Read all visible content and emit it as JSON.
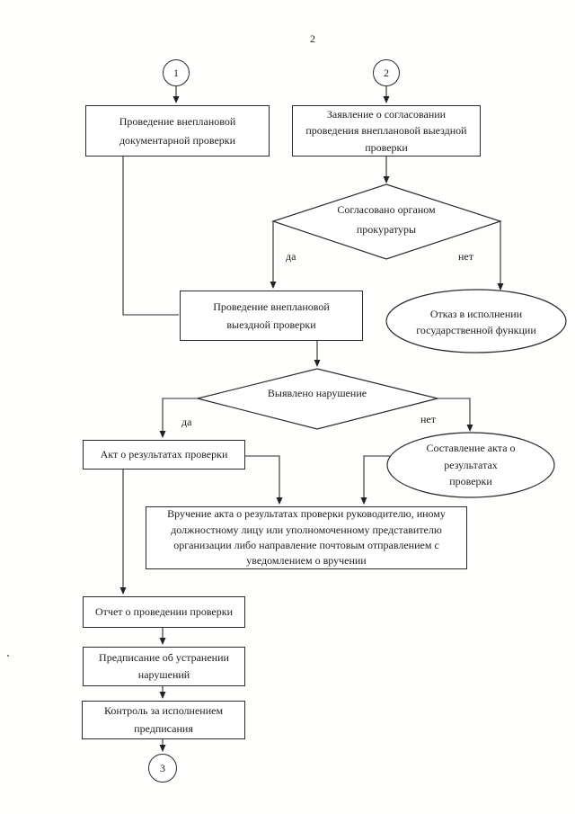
{
  "page": {
    "number": "2"
  },
  "branch_labels": {
    "yes": "да",
    "no": "нет"
  },
  "colors": {
    "ink": "#1c1c1c",
    "paper": "#ffffff"
  },
  "nodes": {
    "connector1": {
      "type": "connector",
      "label": "1"
    },
    "connector2": {
      "type": "connector",
      "label": "2"
    },
    "connector3": {
      "type": "connector",
      "label": "3"
    },
    "doc_check": {
      "type": "process",
      "label": "Проведение внеплановой документарной проверки"
    },
    "approval_request": {
      "type": "process",
      "label": "Заявление о согласовании проведения внеплановой выездной проверки"
    },
    "prosecutor_decision": {
      "type": "decision",
      "label": "Согласовано органом прокуратуры"
    },
    "field_check": {
      "type": "process",
      "label": "Проведение внеплановой выездной проверки"
    },
    "refusal": {
      "type": "terminator",
      "label": "Отказ в исполнении государственной функции"
    },
    "violation_decision": {
      "type": "decision",
      "label": "Выявлено нарушение"
    },
    "act_results": {
      "type": "process",
      "label": "Акт о результатах проверки"
    },
    "act_drafting": {
      "type": "terminator",
      "label": "Составление акта о результатах проверки"
    },
    "act_delivery": {
      "type": "process",
      "label": "Вручение акта о результатах проверки руководителю, иному должностному лицу или уполномоченному представителю организации либо направление почтовым отправлением с уведомлением о вручении"
    },
    "report": {
      "type": "process",
      "label": "Отчет о проведении проверки"
    },
    "order": {
      "type": "process",
      "label": "Предписание об устранении нарушений"
    },
    "control": {
      "type": "process",
      "label": "Контроль за исполнением предписания"
    }
  },
  "edges": [
    {
      "from": "connector1",
      "to": "doc_check",
      "label": ""
    },
    {
      "from": "connector2",
      "to": "approval_request",
      "label": ""
    },
    {
      "from": "doc_check",
      "to": "field_check",
      "label": ""
    },
    {
      "from": "approval_request",
      "to": "prosecutor_decision",
      "label": ""
    },
    {
      "from": "prosecutor_decision",
      "to": "field_check",
      "label": "да"
    },
    {
      "from": "prosecutor_decision",
      "to": "refusal",
      "label": "нет"
    },
    {
      "from": "field_check",
      "to": "violation_decision",
      "label": ""
    },
    {
      "from": "violation_decision",
      "to": "act_results",
      "label": "да"
    },
    {
      "from": "violation_decision",
      "to": "act_drafting",
      "label": "нет"
    },
    {
      "from": "act_results",
      "to": "act_delivery",
      "label": ""
    },
    {
      "from": "act_drafting",
      "to": "act_delivery",
      "label": ""
    },
    {
      "from": "act_results",
      "to": "report",
      "label": ""
    },
    {
      "from": "report",
      "to": "order",
      "label": ""
    },
    {
      "from": "order",
      "to": "control",
      "label": ""
    },
    {
      "from": "control",
      "to": "connector3",
      "label": ""
    }
  ]
}
